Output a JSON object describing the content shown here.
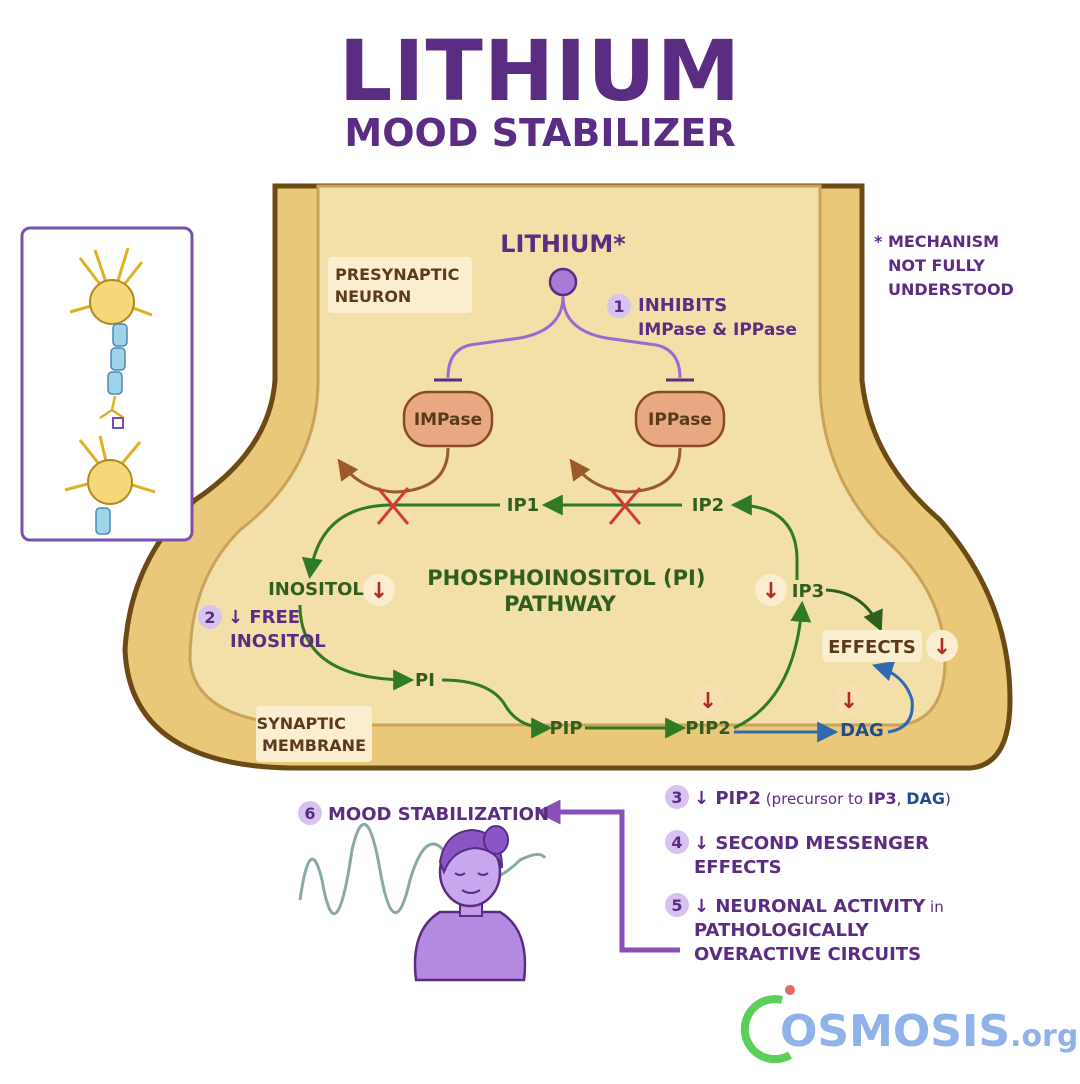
{
  "title": "LITHIUM",
  "subtitle": "MOOD STABILIZER",
  "drug_label": "LITHIUM*",
  "footnote": [
    "* MECHANISM",
    "NOT FULLY",
    "UNDERSTOOD"
  ],
  "region_labels": {
    "presynaptic": [
      "PRESYNAPTIC",
      "NEURON"
    ],
    "membrane": [
      "SYNAPTIC",
      "MEMBRANE"
    ]
  },
  "enzymes": {
    "impase": "IMPase",
    "ippase": "IPPase"
  },
  "pathway_title": [
    "PHOSPHOINOSITOL (PI)",
    "PATHWAY"
  ],
  "molecules": {
    "inositol": "INOSITOL",
    "ip1": "IP1",
    "ip2": "IP2",
    "ip3": "IP3",
    "pi": "PI",
    "pip": "PIP",
    "pip2": "PIP2",
    "dag": "DAG",
    "effects": "EFFECTS"
  },
  "down_arrow": "↓",
  "steps": {
    "s1": {
      "num": "1",
      "lines": [
        "INHIBITS",
        "IMPase & IPPase"
      ]
    },
    "s2": {
      "num": "2",
      "lines": [
        "↓ FREE",
        "INOSITOL"
      ]
    },
    "s3": {
      "num": "3",
      "main": "↓ PIP2",
      "paren_open": " (precursor to ",
      "ip3": "IP3",
      "comma": ", ",
      "dag": "DAG",
      "paren_close": ")"
    },
    "s4": {
      "num": "4",
      "lines": [
        "↓ SECOND MESSENGER",
        "EFFECTS"
      ]
    },
    "s5": {
      "num": "5",
      "line1": "↓ NEURONAL ACTIVITY",
      "line1_small": " in",
      "lines": [
        "PATHOLOGICALLY",
        "OVERACTIVE CIRCUITS"
      ]
    },
    "s6": {
      "num": "6",
      "label": "MOOD STABILIZATION"
    }
  },
  "brand": {
    "name": "OSMOSIS",
    "suffix": ".org"
  },
  "colors": {
    "purple": "#5a2d82",
    "green": "#2f5e1e",
    "blue": "#1f4f8a",
    "enzyme": "#e8a882",
    "terminal": "#e8c77c",
    "osmosis_blue": "#8fb3e8"
  }
}
